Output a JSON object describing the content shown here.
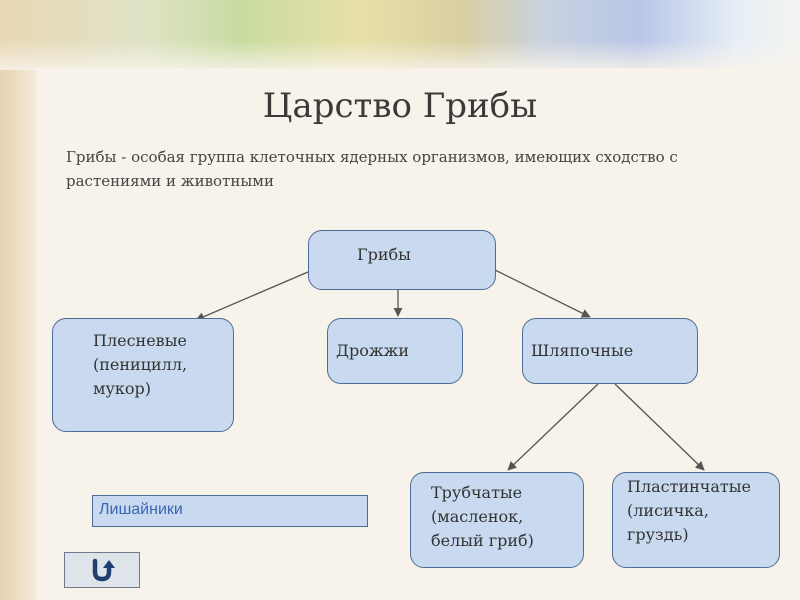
{
  "slide": {
    "title": "Царство Грибы",
    "subtitle": "Грибы - особая группа клеточных ядерных организмов, имеющих сходство с растениями и животными"
  },
  "diagram": {
    "root": {
      "label": "Грибы"
    },
    "level1": [
      {
        "lines": [
          "Плесневые",
          "(пеницилл,",
          "мукор)"
        ]
      },
      {
        "lines": [
          "Дрожжи"
        ]
      },
      {
        "lines": [
          "Шляпочные"
        ]
      }
    ],
    "level2": [
      {
        "lines": [
          "Трубчатые",
          "(масленок,",
          "белый гриб)"
        ]
      },
      {
        "lines": [
          "Пластинчатые",
          "(лисичка,",
          "груздь)"
        ]
      }
    ]
  },
  "link": {
    "label": "Лишайники"
  },
  "controls": {
    "back_icon": "return-arrow-icon"
  },
  "colors": {
    "node_fill": "#c9daf0",
    "node_border": "#4d6d94",
    "link_text": "#3a66b3"
  }
}
